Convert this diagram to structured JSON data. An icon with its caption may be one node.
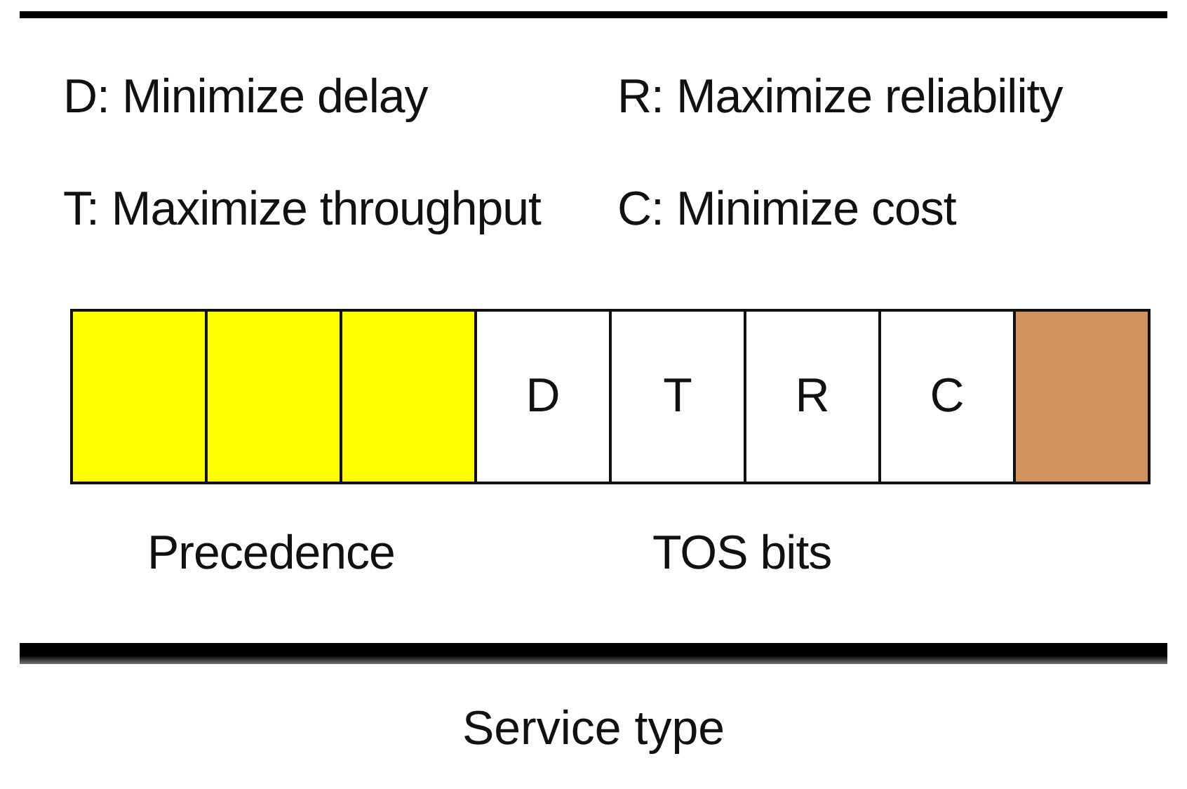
{
  "diagram": {
    "caption": "Service type",
    "nodes": [
      {
        "text": [],
        "shape": "box"
      },
      {
        "text": [],
        "shape": "box"
      },
      {
        "text": [],
        "shape": "box"
      },
      {
        "text": [
          "D"
        ]
      },
      {
        "text": [
          "T"
        ]
      },
      {
        "text": [
          "R"
        ]
      },
      {
        "text": [
          "C"
        ]
      },
      {
        "text": [],
        "shape": "box"
      },
      {
        "text": [],
        "shape": "bar"
      }
    ],
    "edges": [],
    "labels": [
      "D: Minimize delay",
      "R: Maximize reliability",
      "T: Maximize throughput",
      "C: Minimize cost",
      "Precedence",
      "TOS bits"
    ]
  }
}
